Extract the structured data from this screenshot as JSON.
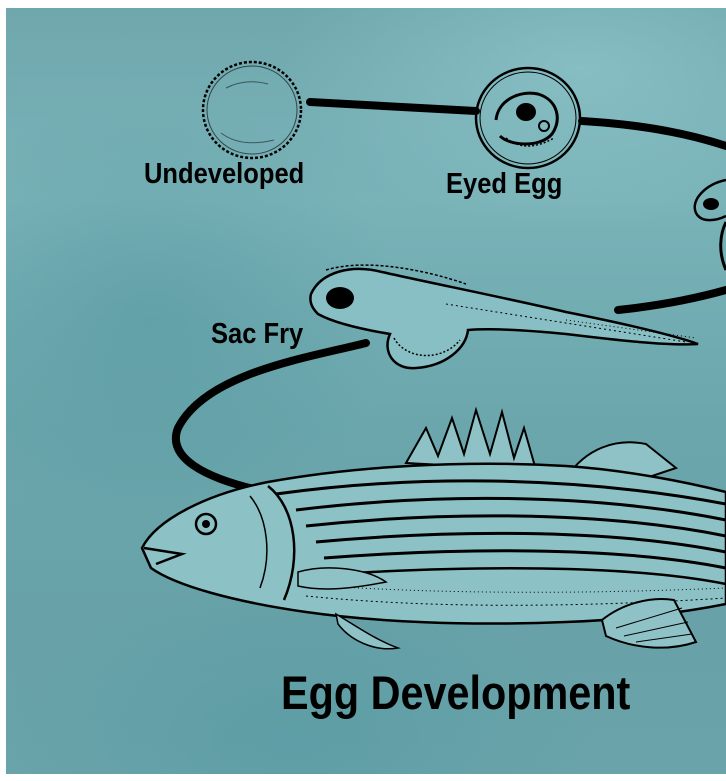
{
  "diagram": {
    "title": "Egg Development",
    "stages": [
      {
        "label": "Undeveloped"
      },
      {
        "label": "Eyed Egg"
      },
      {
        "label": "Sac Fry"
      }
    ]
  },
  "colors": {
    "background": "#72abb1",
    "ink": "#000000"
  }
}
